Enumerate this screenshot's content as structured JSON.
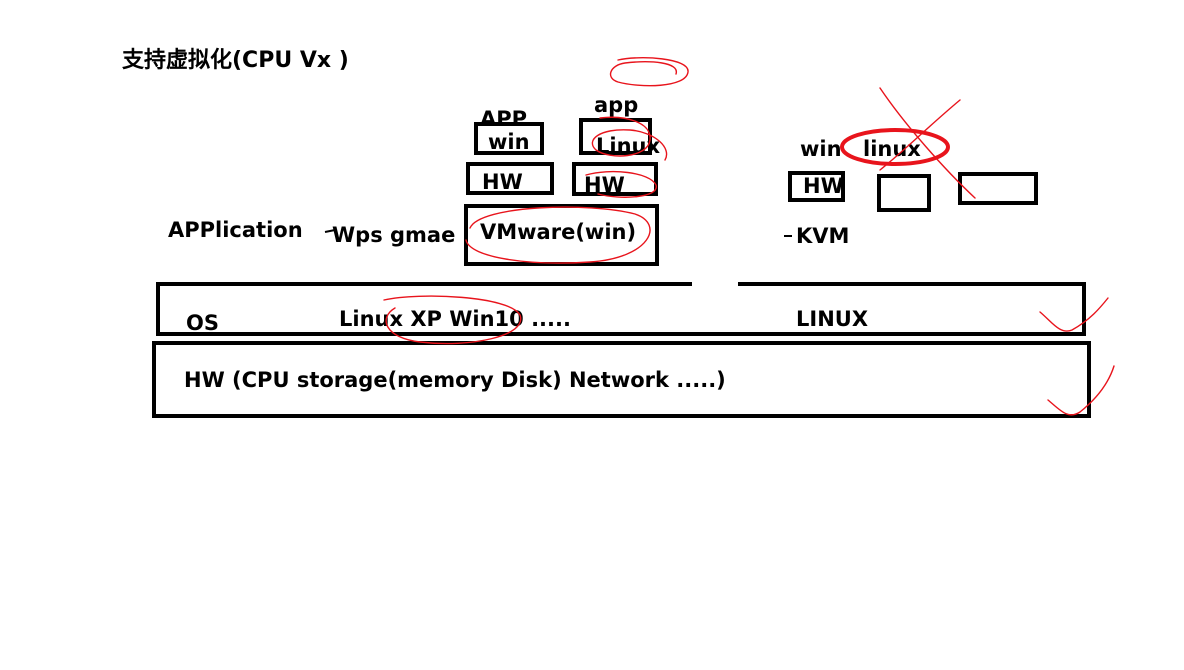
{
  "title": "支持虚拟化(CPU Vx )",
  "stack": {
    "app_label": "APPlication",
    "apps": "Wps gmae",
    "vmware": "VMware(win)",
    "os_label": "OS",
    "os_list": "Linux XP Win10 .....",
    "os_linux": "LINUX",
    "hw": "HW (CPU storage(memory Disk) Network .....)"
  },
  "vm1": {
    "app": "APP",
    "os": "win",
    "hw": "HW"
  },
  "vm2": {
    "app": "app",
    "os": "Linux",
    "hw": "HW"
  },
  "kvm": {
    "label": "KVM",
    "hw": "HW",
    "win": "win",
    "linux": "linux"
  },
  "colors": {
    "ink": "#000000",
    "annotation": "#e8141c"
  }
}
